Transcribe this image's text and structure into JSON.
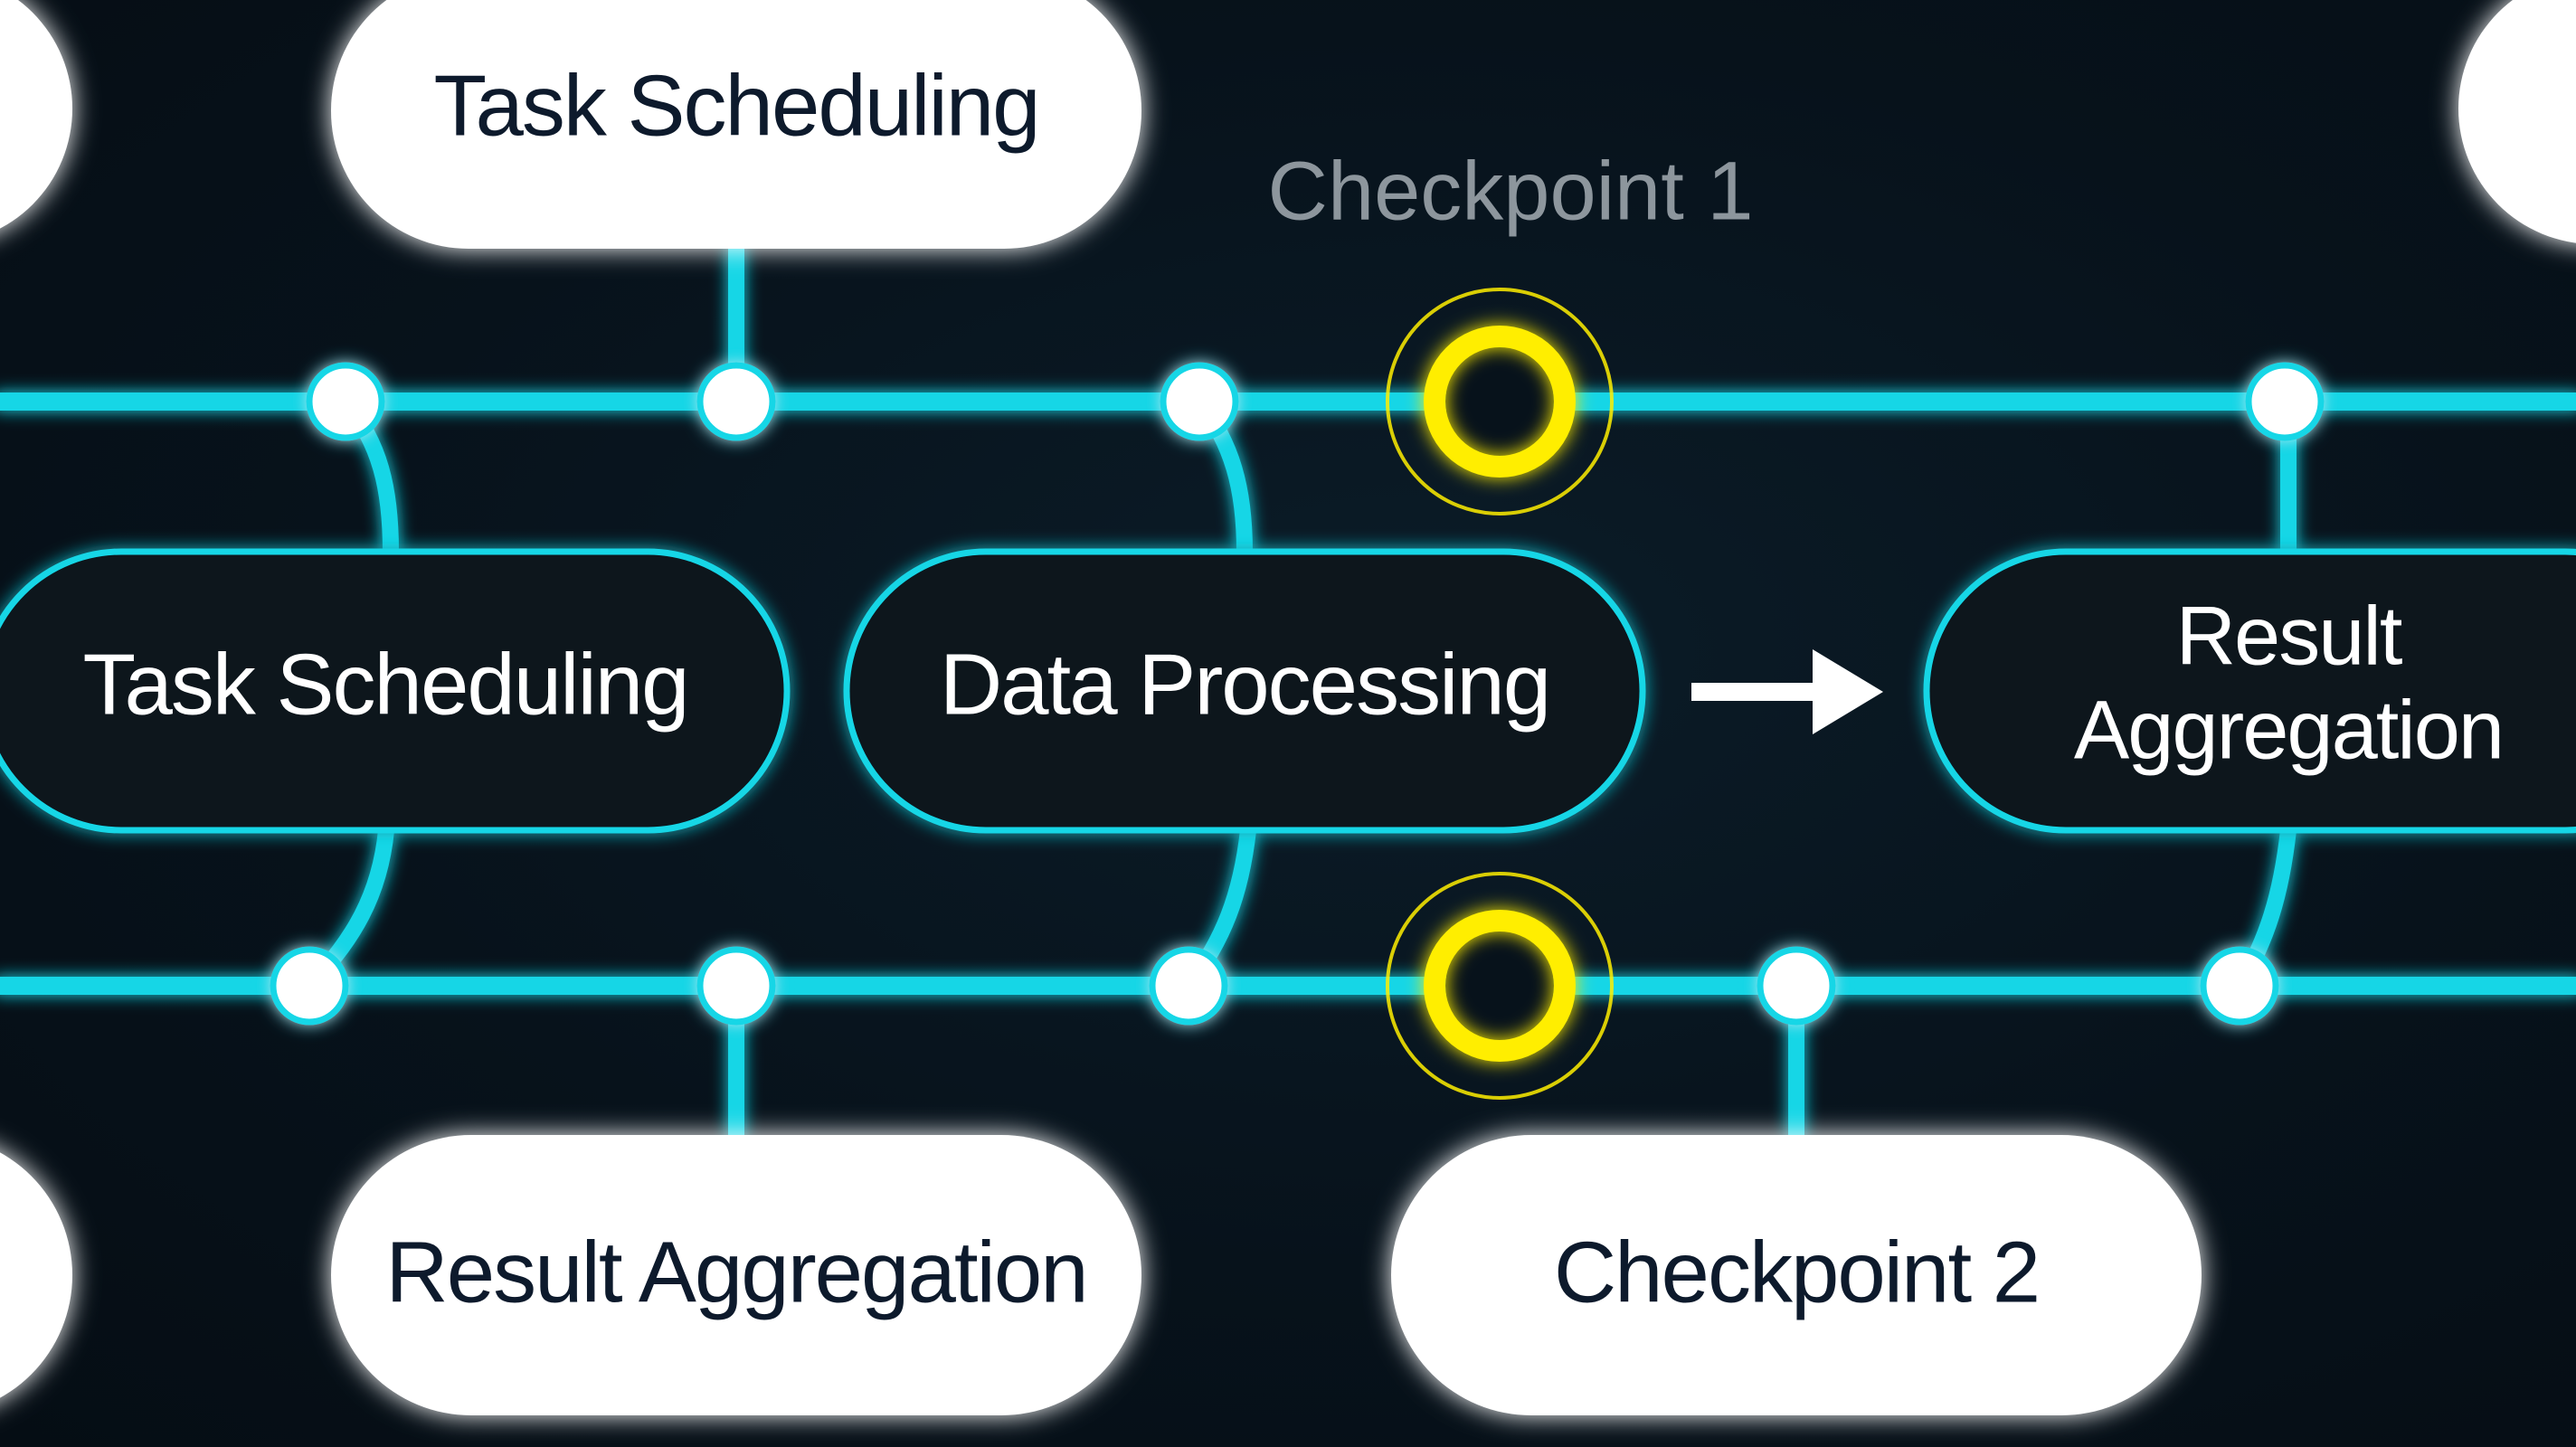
{
  "diagram": {
    "colors": {
      "background": "#07121b",
      "track": "#16d6e6",
      "node": "#ffffff",
      "checkpoint": "#ffee00",
      "outline_fill": "#07121b",
      "outline_text": "#ffffff",
      "filled_text": "#0d1a2c",
      "label_muted": "#8d969d",
      "arrow": "#ffffff"
    },
    "floating_label": "Checkpoint 1",
    "pills_top": [
      {
        "id": "top-task-scheduling",
        "label": "Task Scheduling"
      }
    ],
    "pills_middle": [
      {
        "id": "mid-task-scheduling",
        "label": "Task Scheduling"
      },
      {
        "id": "mid-data-processing",
        "label": "Data Processing"
      },
      {
        "id": "mid-result-aggregation",
        "lines": [
          "Result",
          "Aggregation"
        ]
      }
    ],
    "pills_bottom": [
      {
        "id": "bottom-result-aggregation",
        "label": "Result Aggregation"
      },
      {
        "id": "bottom-checkpoint-2",
        "label": "Checkpoint 2"
      }
    ],
    "icons": {
      "flow_arrow": "arrow-right-icon",
      "checkpoint_marker": "target-ring-icon",
      "junction": "circle-node-icon"
    }
  }
}
